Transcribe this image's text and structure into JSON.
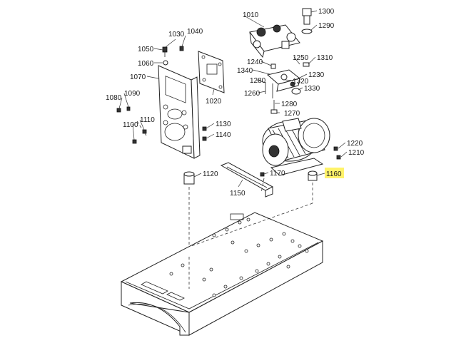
{
  "labels": {
    "l1010": "1010",
    "l1300": "1300",
    "l1290": "1290",
    "l1030": "1030",
    "l1040": "1040",
    "l1050": "1050",
    "l1060": "1060",
    "l1070": "1070",
    "l1250": "1250",
    "l1310": "1310",
    "l1240": "1240",
    "l1340": "1340",
    "l1230": "1230",
    "l1320": "1320",
    "l1280a": "1280",
    "l1330": "1330",
    "l1260": "1260",
    "l1020": "1020",
    "l1080": "1080",
    "l1090": "1090",
    "l1280b": "1280",
    "l1270": "1270",
    "l1110": "1110",
    "l1100": "1100",
    "l1130": "1130",
    "l1140": "1140",
    "l1220": "1220",
    "l1210": "1210",
    "l1120": "1120",
    "l1170": "1170",
    "l1160": "1160",
    "l1150": "1150"
  },
  "highlight": {
    "part": "1160",
    "color": "#fff36a"
  }
}
